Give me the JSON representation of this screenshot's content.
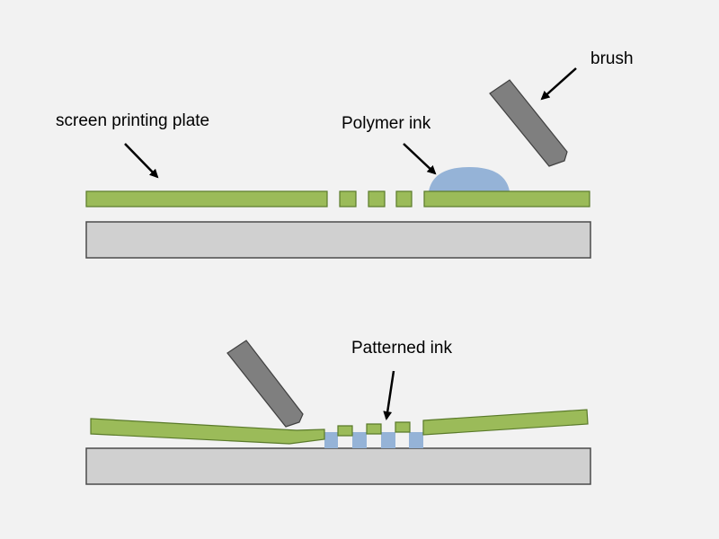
{
  "labels": {
    "screen_printing_plate": "screen printing plate",
    "polymer_ink": "Polymer ink",
    "brush": "brush",
    "patterned_ink": "Patterned ink"
  },
  "colors": {
    "background": "#f2f2f2",
    "plate_fill": "#9bbb59",
    "plate_stroke": "#5a7a2a",
    "ink_fill": "#95b3d7",
    "substrate_fill": "#d0d0d0",
    "substrate_stroke": "#4a4a4a",
    "brush_fill": "#7f7f7f",
    "brush_stroke": "#404040",
    "arrow": "#000000"
  }
}
